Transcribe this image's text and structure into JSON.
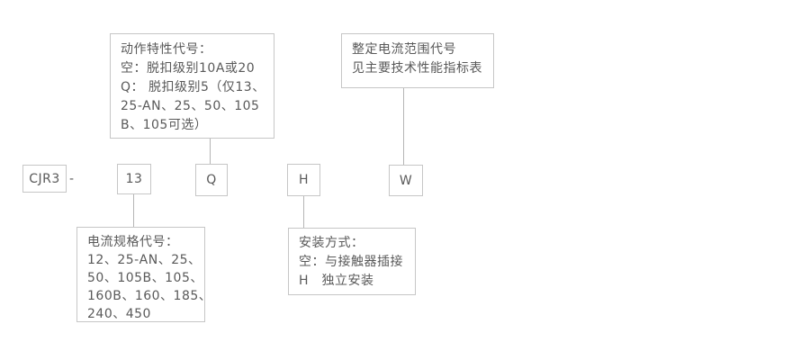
{
  "diagram": {
    "model_code": {
      "prefix": "CJR3",
      "separator": "-",
      "segment_13": "13",
      "segment_q": "Q",
      "segment_h": "H",
      "segment_w": "W"
    },
    "callouts": {
      "action_characteristic": {
        "line0": "动作特性代号：",
        "line1": "空：脱扣级别10A或20",
        "line2": "Q： 脱扣级别5（仅13、",
        "line3": "25-AN、25、50、105",
        "line4": "B、105可选）"
      },
      "current_range": {
        "line0": "整定电流范围代号",
        "line1": "见主要技术性能指标表"
      },
      "current_spec": {
        "line0": "电流规格代号：",
        "line1": "12、25-AN、25、",
        "line2": "50、105B、105、",
        "line3": "160B、160、185、",
        "line4": "240、450"
      },
      "mounting": {
        "line0": "安装方式：",
        "line1": "空：与接触器插接",
        "line2": "H　独立安装"
      }
    },
    "colors": {
      "border": "#c6c6c6",
      "text": "#595959",
      "connector": "#b5b5b5",
      "background": "#ffffff"
    }
  }
}
